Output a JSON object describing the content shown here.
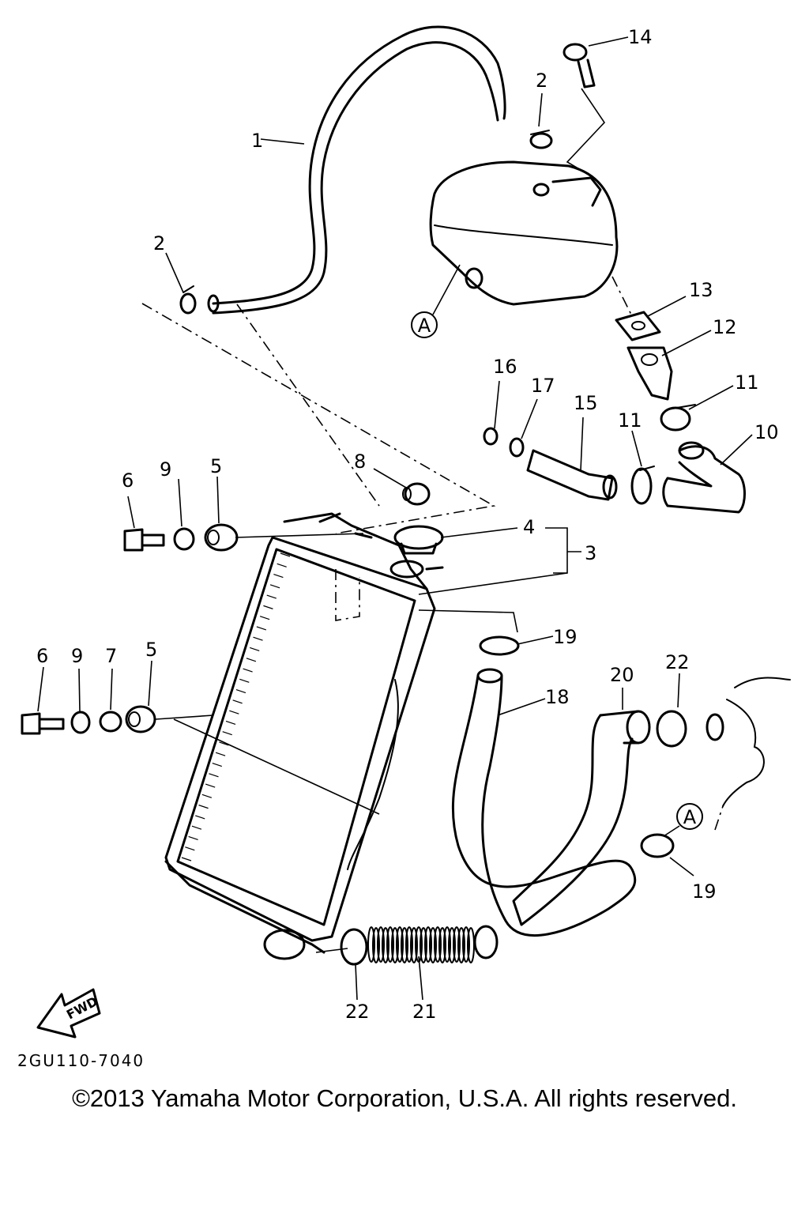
{
  "diagram": {
    "callouts": [
      "1",
      "2",
      "2",
      "3",
      "4",
      "5",
      "5",
      "6",
      "6",
      "7",
      "8",
      "9",
      "9",
      "10",
      "11",
      "11",
      "12",
      "13",
      "14",
      "15",
      "16",
      "17",
      "18",
      "19",
      "19",
      "20",
      "21",
      "22",
      "22"
    ],
    "reference_marks": [
      "A",
      "A"
    ],
    "fwd_label": "FWD"
  },
  "footer": {
    "diagram_code": "2GU110-7040",
    "copyright": "©2013 Yamaha Motor Corporation, U.S.A. All rights reserved."
  }
}
